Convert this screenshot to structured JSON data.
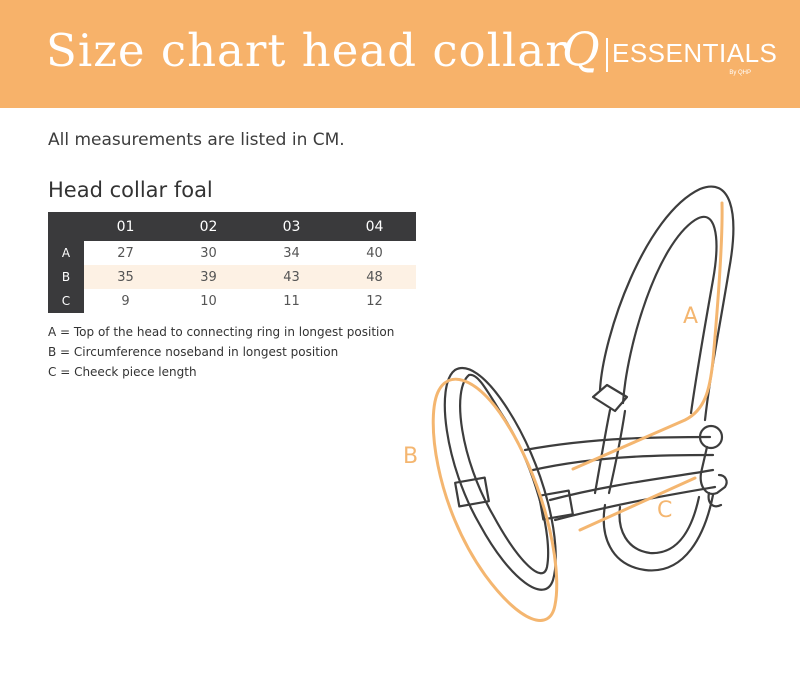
{
  "header": {
    "title": "Size chart head collar",
    "logo_mark": "Q",
    "logo_word": "ESSENTIALS",
    "logo_by": "By QHP",
    "background_color": "#f7b26a"
  },
  "intro": "All measurements are listed in CM.",
  "section_title": "Head collar foal",
  "table": {
    "columns": [
      "01",
      "02",
      "03",
      "04"
    ],
    "rows": [
      {
        "label": "A",
        "values": [
          "27",
          "30",
          "34",
          "40"
        ]
      },
      {
        "label": "B",
        "values": [
          "35",
          "39",
          "43",
          "48"
        ]
      },
      {
        "label": "C",
        "values": [
          "9",
          "10",
          "11",
          "12"
        ]
      }
    ]
  },
  "legend": [
    "A = Top of the head to connecting ring in longest position",
    "B = Circumference noseband in longest position",
    "C = Cheeck piece length"
  ],
  "diagram": {
    "labels": {
      "a": "A",
      "b": "B",
      "c": "C"
    },
    "accent_color": "#f4b670",
    "line_color": "#3d3d3d"
  }
}
